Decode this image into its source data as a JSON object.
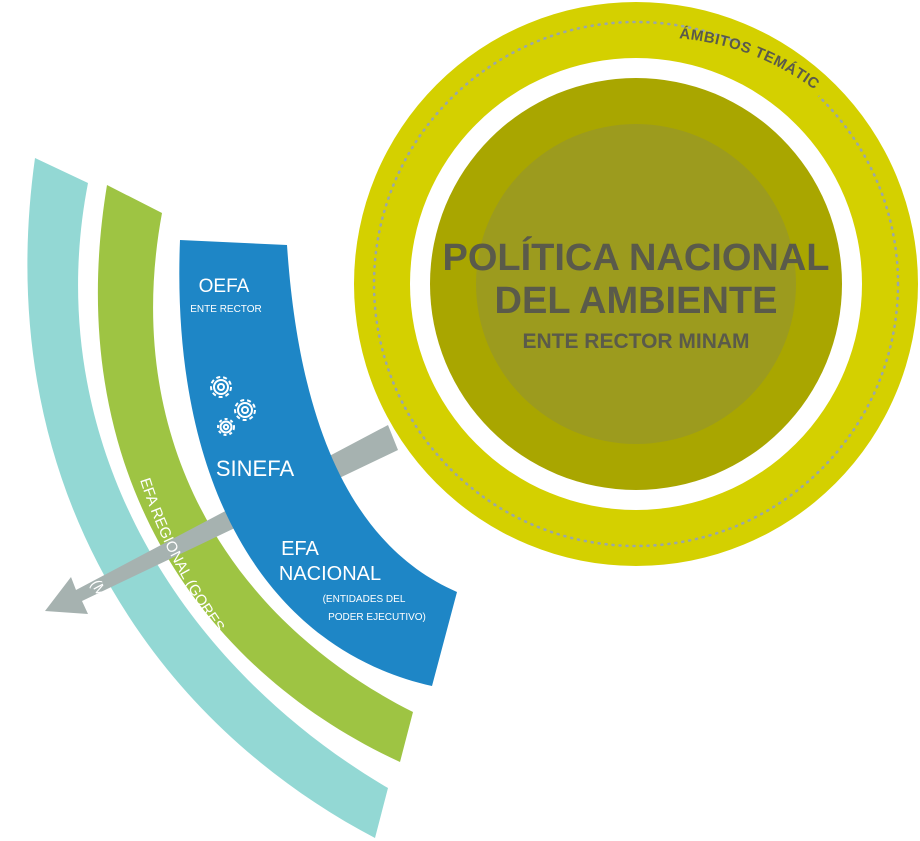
{
  "colors": {
    "outer_ring": "#d4d000",
    "inner_disc": "#a9a600",
    "core_disc": "#9c9b1e",
    "title_text": "#5a5a4a",
    "dots": "#9aa7a7",
    "arrow": "#a6b2b0",
    "band_blue": "#1e86c6",
    "band_green": "#9ec443",
    "band_teal": "#93d8d4",
    "white": "#ffffff"
  },
  "ring_label": "ÁMBITOS TEMÁTICOS",
  "center": {
    "line1": "POLÍTICA NACIONAL",
    "line2": "DEL AMBIENTE",
    "line3": "ENTE RECTOR MINAM"
  },
  "sinefa_band": {
    "oefa": "OEFA",
    "oefa_sub": "ENTE RECTOR",
    "gears_icon": "gears-icon",
    "name": "SINEFA",
    "efa_line1": "EFA",
    "efa_line2": "NACIONAL",
    "efa_sub1": "(ENTIDADES DEL",
    "efa_sub2": "PODER EJECUTIVO)"
  },
  "regional_band": {
    "label": "EFA REGIONAL (GORES)"
  },
  "local_band": {
    "label": "EFA LOCAL (MUNICIPALIDADES)"
  }
}
